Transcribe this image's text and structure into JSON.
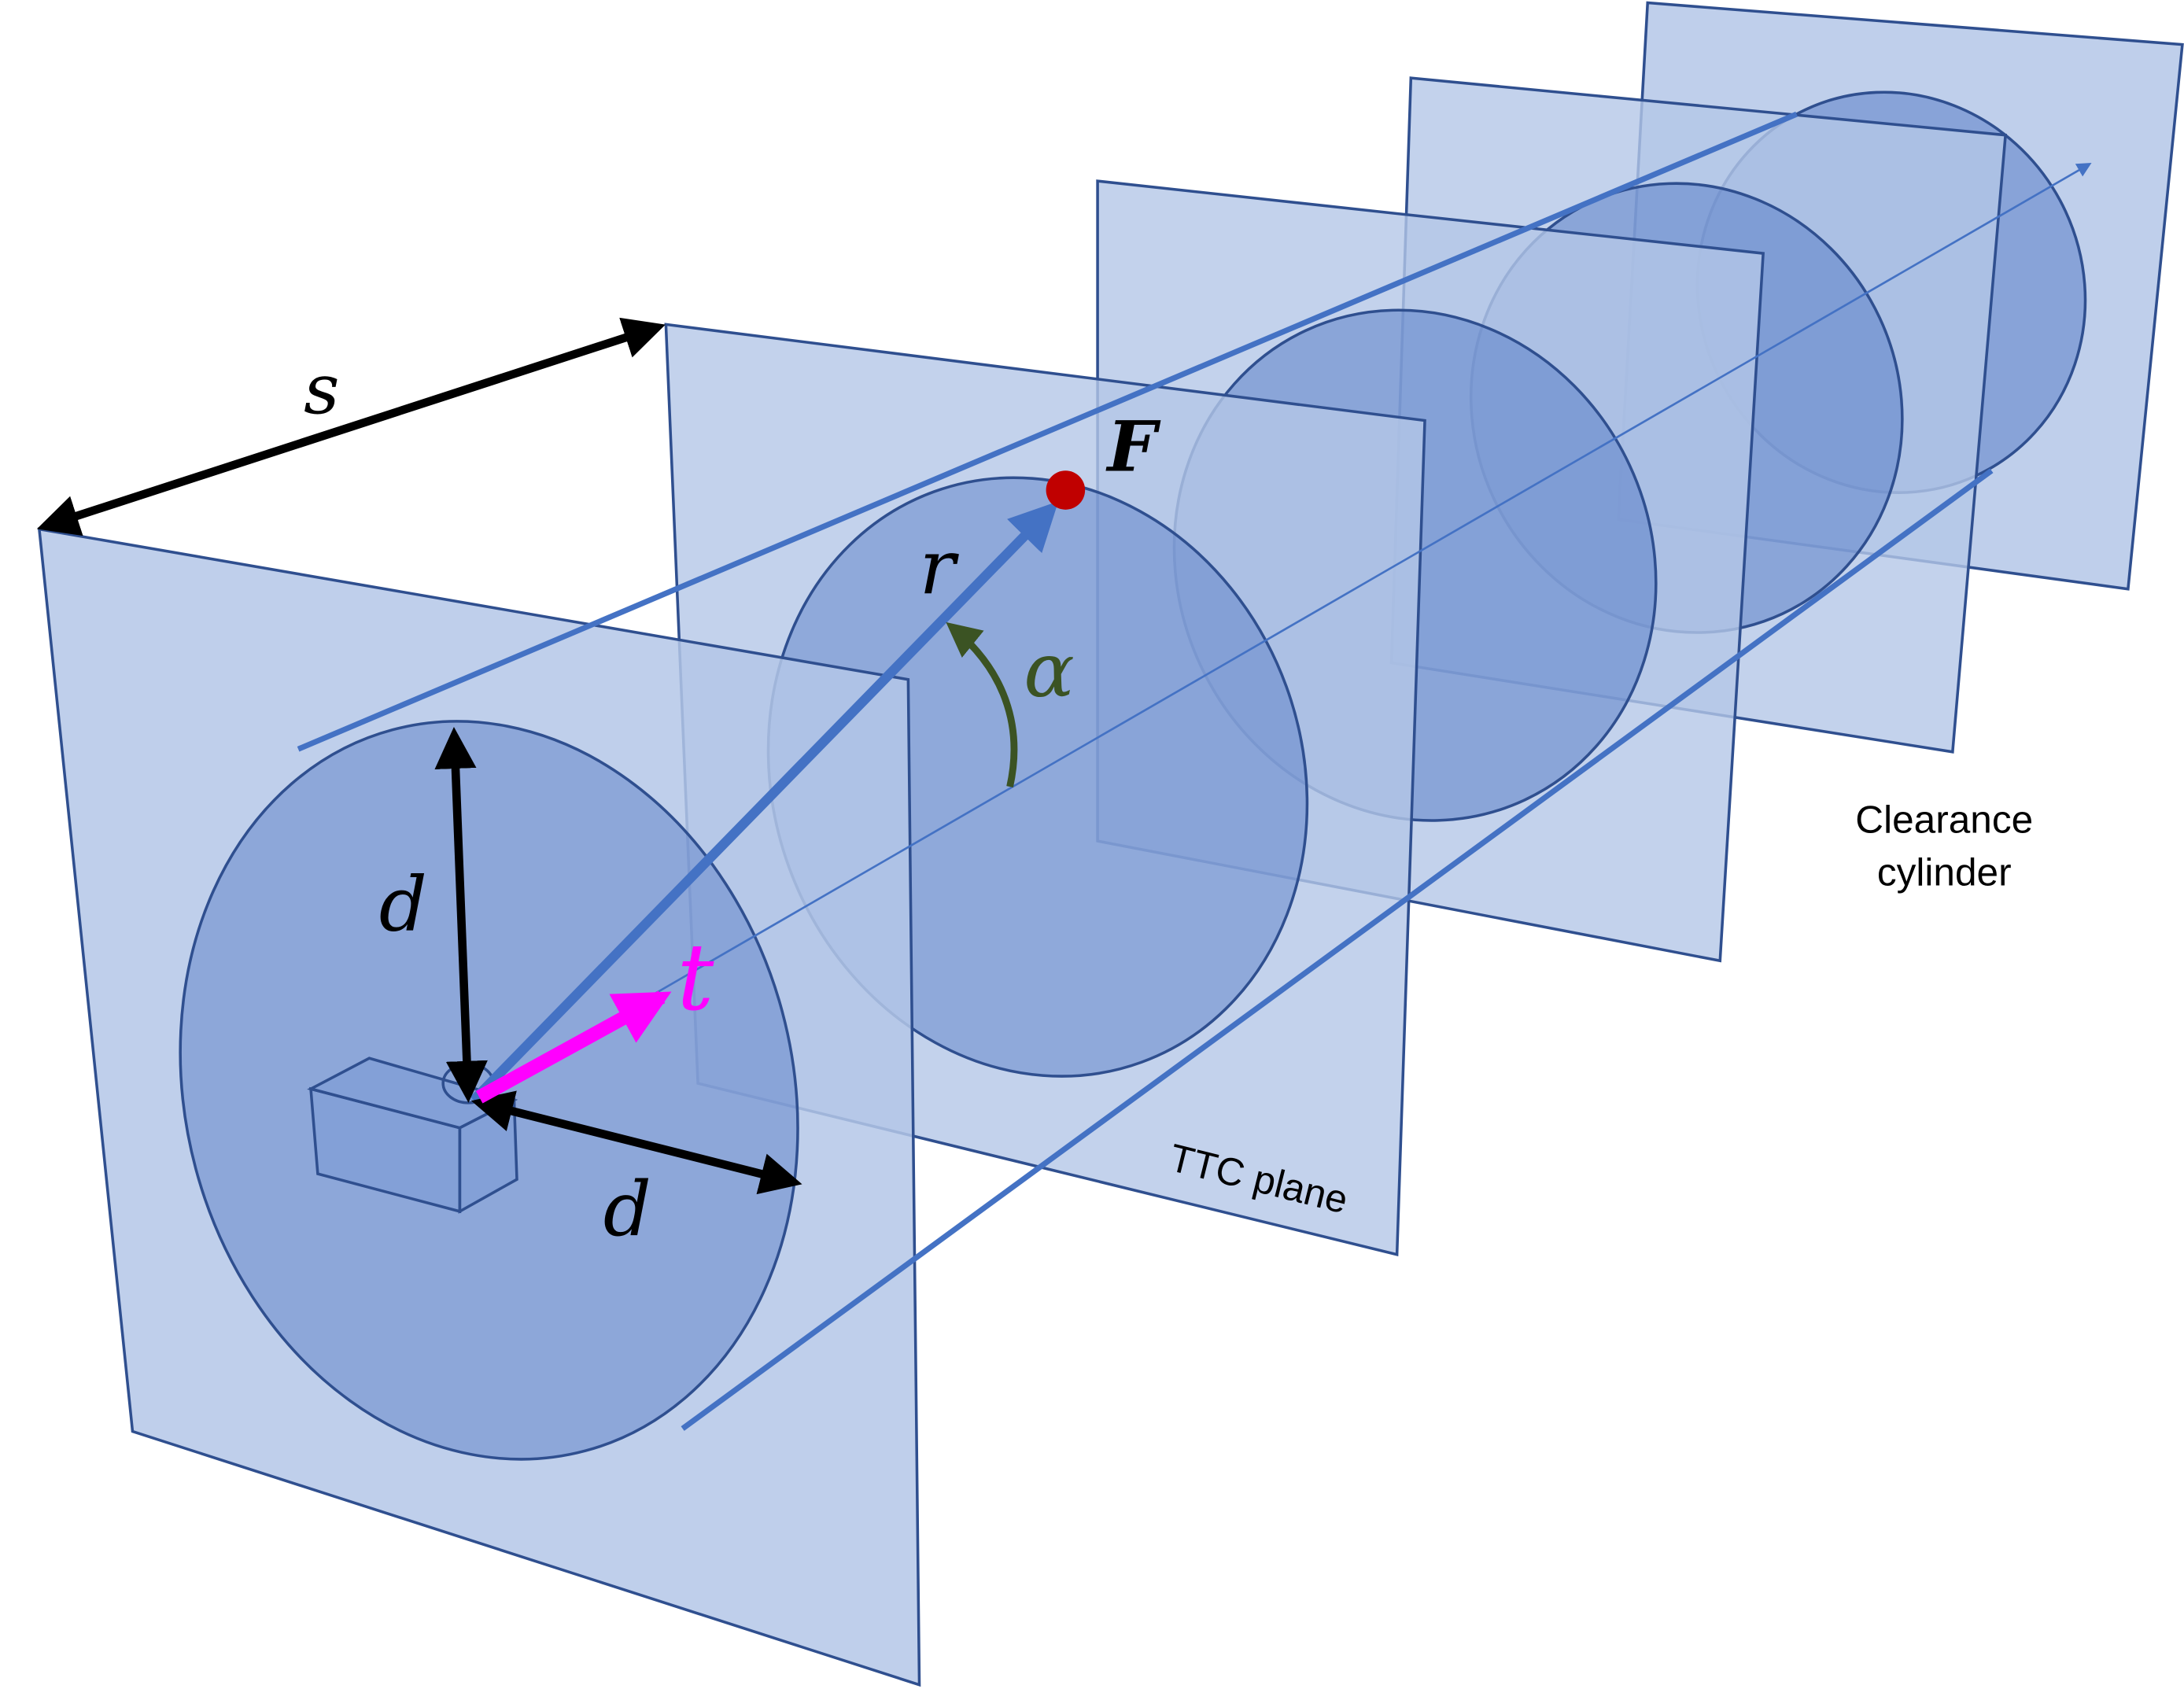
{
  "labels": {
    "s": "s",
    "d_vertical": "d",
    "d_horizontal": "d",
    "t": "t",
    "r": "r",
    "alpha": "α",
    "F": "F",
    "ttc_plane": "TTC plane",
    "clearance_line1": "Clearance",
    "clearance_line2": "cylinder"
  },
  "colors": {
    "plane_fill": "#b4c7e7",
    "plane_stroke": "#2f4f8f",
    "disk_fill": "#5b7fc8",
    "axis_line": "#4472c4",
    "text_black": "#000000",
    "t_vector": "#ff00ff",
    "alpha_arc": "#3b5323",
    "point_F": "#c00000"
  }
}
